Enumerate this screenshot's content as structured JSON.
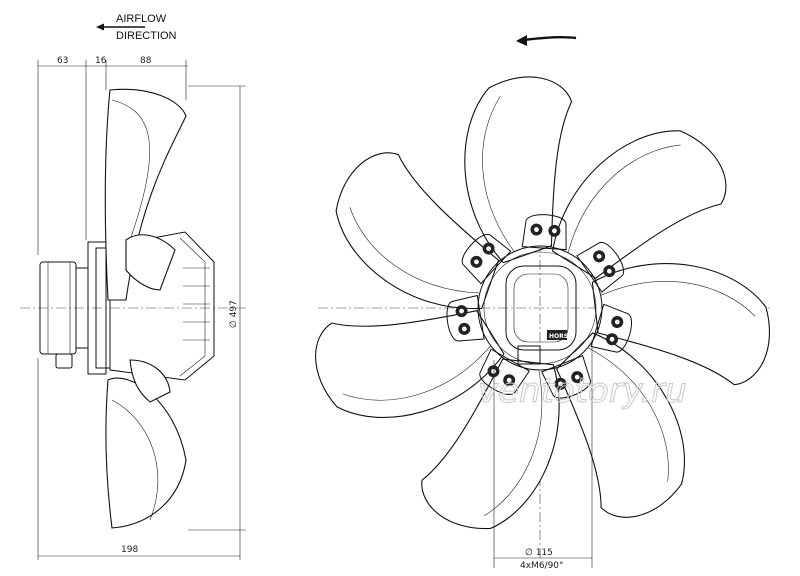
{
  "header": {
    "airflow_line1": "AIRFLOW",
    "airflow_line2": "DIRECTION"
  },
  "side_view": {
    "dim_top_1": "63",
    "dim_top_2": "16",
    "dim_top_3": "88",
    "dim_bottom": "198",
    "dim_diameter": "∅ 497"
  },
  "front_view": {
    "dim_bolt_circle": "∅ 115",
    "dim_holes": "4xM6/90°",
    "logo_text": "HORS"
  },
  "watermark": "ventotory.ru"
}
